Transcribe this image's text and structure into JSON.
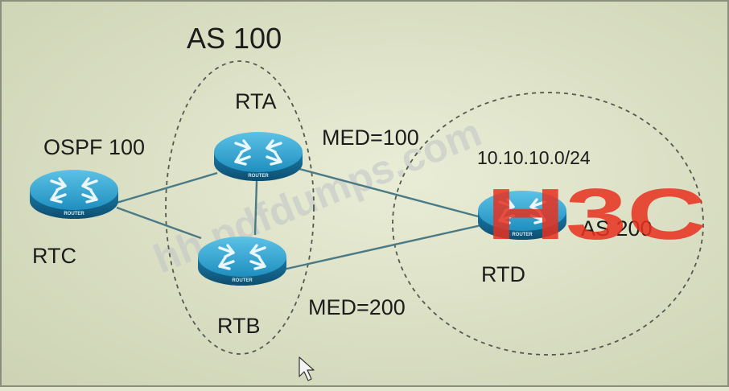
{
  "diagram": {
    "as_left_label": "AS 100",
    "as_right_label": "AS 200",
    "ospf_label": "OSPF 100",
    "prefix_label": "10.10.10.0/24",
    "med_top": "MED=100",
    "med_bottom": "MED=200",
    "routers": {
      "rta": {
        "label": "RTA",
        "badge": "ROUTER"
      },
      "rtb": {
        "label": "RTB",
        "badge": "ROUTER"
      },
      "rtc": {
        "label": "RTC",
        "badge": "ROUTER"
      },
      "rtd": {
        "label": "RTD",
        "badge": "ROUTER"
      }
    },
    "links": [
      {
        "from": "RTC",
        "to": "RTA"
      },
      {
        "from": "RTC",
        "to": "RTB"
      },
      {
        "from": "RTA",
        "to": "RTB"
      },
      {
        "from": "RTA",
        "to": "RTD"
      },
      {
        "from": "RTB",
        "to": "RTD"
      }
    ]
  },
  "watermark": {
    "site": "hh.pdfdumps.com",
    "logo": "H3C"
  },
  "colors": {
    "background": "#e2e6cc",
    "router_fill": "#1f8fbf",
    "router_dark": "#0f5f86",
    "link": "#4a7a86",
    "dashed": "#555a50",
    "text": "#1c1c1c",
    "logo": "#e8301e"
  }
}
